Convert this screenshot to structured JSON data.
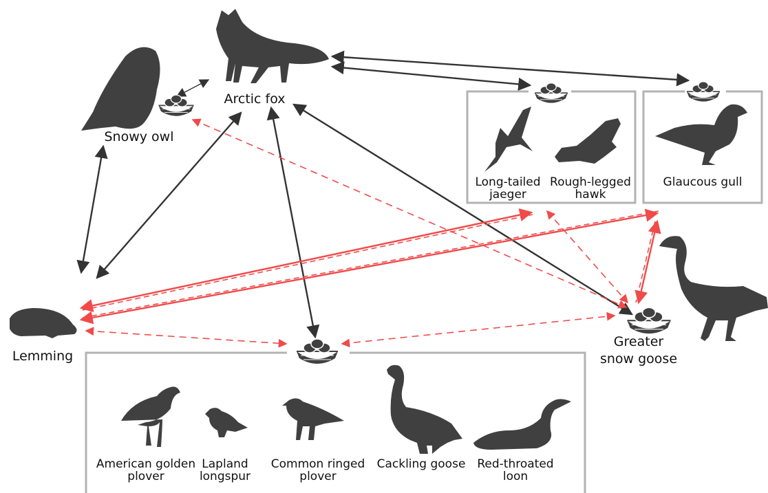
{
  "colors": {
    "silhouette": "#404040",
    "dark_arrow": "#333333",
    "red_arrow": "#f04a4a",
    "box": "#b3b3b3"
  },
  "nodes": {
    "arctic_fox": "Arctic fox",
    "snowy_owl": "Snowy owl",
    "lemming": "Lemming",
    "greater_snow_goose": [
      "Greater",
      "snow goose"
    ],
    "long_tailed_jaeger": [
      "Long-tailed",
      "jaeger"
    ],
    "rough_legged_hawk": [
      "Rough-legged",
      "hawk"
    ],
    "glaucous_gull": "Glaucous gull",
    "american_golden_plover": [
      "American golden",
      "plover"
    ],
    "lapland_longspur": [
      "Lapland",
      "longspur"
    ],
    "common_ringed_plover": [
      "Common ringed",
      "plover"
    ],
    "cackling_goose": "Cackling goose",
    "red_throated_loon": [
      "Red-throated",
      "loon"
    ]
  },
  "icons": [
    "arctic-fox-icon",
    "snowy-owl-icon",
    "lemming-icon",
    "goose-icon",
    "nest-icon",
    "jaeger-icon",
    "hawk-icon",
    "gull-icon",
    "plover-icon",
    "longspur-icon",
    "loon-icon"
  ]
}
